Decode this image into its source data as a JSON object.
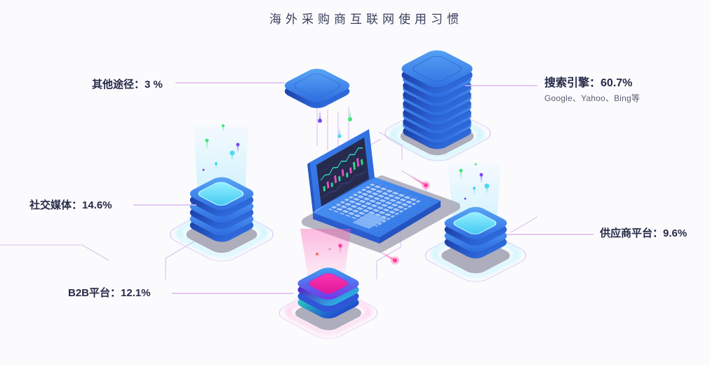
{
  "title": "海外采购商互联网使用习惯",
  "separator": "：",
  "items": [
    {
      "id": "other",
      "label": "其他途径",
      "value": "3 %"
    },
    {
      "id": "search",
      "label": "搜索引擎",
      "value": "60.7%",
      "detail": "Google、Yahoo、Bing等"
    },
    {
      "id": "social",
      "label": "社交媒体",
      "value": "14.6%"
    },
    {
      "id": "b2b",
      "label": "B2B平台",
      "value": "12.1%"
    },
    {
      "id": "supplier",
      "label": "供应商平台",
      "value": "9.6%"
    }
  ],
  "colors": {
    "background": "#fbfbfe",
    "label_text": "#262a47",
    "title_text": "#3a3f5c",
    "connector_line": "#d9b8ec",
    "platform_blue": "#2e6fe0",
    "platform_blue_light": "#5ca9f7",
    "glow_cyan": "#5fdcf8",
    "b2b_magenta": "#ff38b2",
    "b2b_purple": "#7b2be8",
    "b2b_teal": "#2bc8be",
    "comet_pink": "#ff3d9e",
    "particle_green": "#3ce87a",
    "particle_purple": "#7a4af0",
    "shadow_gray": "#a7a7b6"
  }
}
